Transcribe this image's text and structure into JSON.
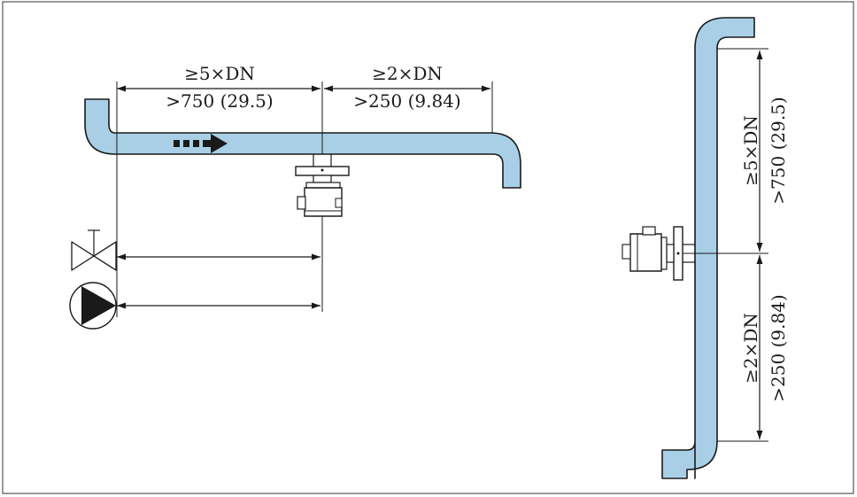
{
  "diagram": {
    "colors": {
      "pipe_fill": "#a9cfe6",
      "stroke": "#1a1a1a"
    },
    "horizontal": {
      "upstream_dim_top": "≥5×DN",
      "upstream_dim_bottom": ">750 (29.5)",
      "downstream_dim_top": "≥2×DN",
      "downstream_dim_bottom": ">250 (9.84)"
    },
    "vertical": {
      "upstream_dim_top": "≥5×DN",
      "upstream_dim_bottom": ">750 (29.5)",
      "downstream_dim_top": "≥2×DN",
      "downstream_dim_bottom": ">250 (9.84)"
    },
    "icons": [
      "flow-direction-arrow-icon",
      "valve-icon",
      "pump-icon",
      "sensor-icon"
    ]
  }
}
